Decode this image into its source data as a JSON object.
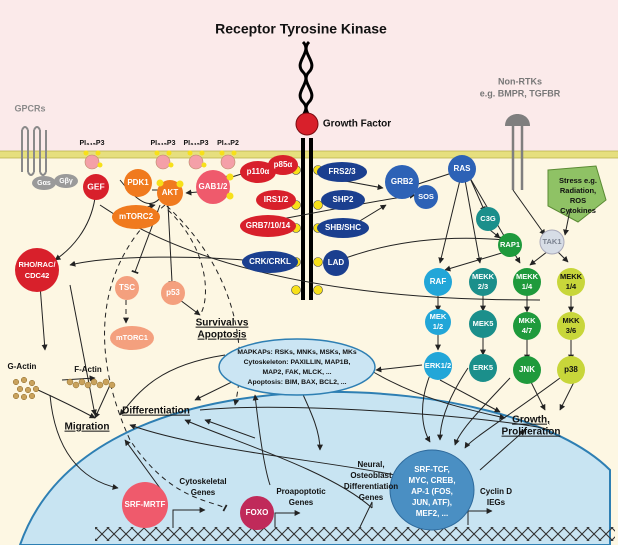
{
  "title": "Receptor Tyrosine Kinase",
  "growth_factor": "Growth Factor",
  "non_rtks": {
    "line1": "Non-RTKs",
    "line2": "e.g. BMPR, TGFBR"
  },
  "gpcrs": "GPCRs",
  "stress": {
    "l1": "Stress e.g.",
    "l2": "Radiation,",
    "l3": "ROS",
    "l4": "Cytokines"
  },
  "pip": {
    "pip3_a": "PI₃₄₅P3",
    "pip3_b": "PI₃₄₅P3",
    "pip3_c": "PI₃₄₅P3",
    "pip2": "PI₃₄P2"
  },
  "gprotein": {
    "alpha": "Gαs",
    "beta": "Gβγ"
  },
  "nodes": {
    "gef": "GEF",
    "pdk1": "PDK1",
    "akt": "AKT",
    "mtorc2": "mTORC2",
    "gab12": "GAB1/2",
    "p110a": "p110α",
    "p85a": "p85α",
    "irs12": "IRS1/2",
    "grb7": "GRB7/10/14",
    "crk": "CRK/CRKL",
    "frs23": "FRS2/3",
    "shp2": "SHP2",
    "shb": "SHB/SHC",
    "lad": "LAD",
    "grb2": "GRB2",
    "sos": "SOS",
    "ras": "RAS",
    "c3g": "C3G",
    "rap1": "RAP1",
    "tak1": "TAK1",
    "rho_l1": "RHO/RAC/",
    "rho_l2": "CDC42",
    "tsc": "TSC",
    "p53": "p53",
    "mtorc1": "mTORC1",
    "raf": "RAF",
    "mekk23_l1": "MEKK",
    "mekk23_l2": "2/3",
    "mekk14a_l1": "MEKK",
    "mekk14a_l2": "1/4",
    "mekk14b_l1": "MEKK",
    "mekk14b_l2": "1/4",
    "mek12_l1": "MEK",
    "mek12_l2": "1/2",
    "mek5": "MEK5",
    "mkk47_l1": "MKK",
    "mkk47_l2": "4/7",
    "mkk36_l1": "MKK",
    "mkk36_l2": "3/6",
    "erk12": "ERK1/2",
    "erk5": "ERK5",
    "jnk": "JNK",
    "p38": "p38",
    "srf_mrtf": "SRF-MRTF",
    "foxo": "FOXO",
    "tf_l1": "SRF-TCF,",
    "tf_l2": "MYC, CREB,",
    "tf_l3": "AP-1 (FOS,",
    "tf_l4": "JUN, ATF),",
    "tf_l5": "MEF2, ..."
  },
  "mapkaps": {
    "l1": "MAPKAPs: RSKs, MNKs, MSKs, MKs",
    "l2": "Cytoskeleton: PAXILLIN, MAP1B,",
    "l3": "MAP2, FAK, MLCK, ...",
    "l4": "Apoptosis: BIM, BAX, BCL2, ..."
  },
  "outcomes": {
    "survival_l1": "Survival vs",
    "survival_l2": "Apoptosis",
    "differentiation": "Differentiation",
    "migration": "Migration",
    "growth_l1": "Growth,",
    "growth_l2": "Proliferation",
    "gactin": "G-Actin",
    "factin": "F-Actin"
  },
  "genes": {
    "cyto_l1": "Cytoskeletal",
    "cyto_l2": "Genes",
    "proapo_l1": "Proapoptotic",
    "proapo_l2": "Genes",
    "neural_l1": "Neural,",
    "neural_l2": "Osteoblast",
    "neural_l3": "Differentiation",
    "neural_l4": "Genes",
    "cyclin_l1": "Cyclin D",
    "cyclin_l2": "IEGs"
  },
  "colors": {
    "ext_bg": "#fbeaea",
    "cyto_bg": "#fdf7e3",
    "membrane": "#e6df7e",
    "red": "#d8202b",
    "pink": "#ef5a6c",
    "orange": "#f07a1e",
    "salmon": "#f4a07e",
    "navy": "#1b3f8f",
    "blue": "#2d62b6",
    "teal": "#1b8f8b",
    "cyan": "#22a6d8",
    "green": "#1f9a3c",
    "lime": "#9cc21f",
    "yellowgreen": "#c8d63a",
    "nucleus_bg": "#c8e4f2",
    "nucleus_edge": "#2e7fb3",
    "ellipse": "#cbe5f3",
    "phospho": "#f7e01a"
  }
}
